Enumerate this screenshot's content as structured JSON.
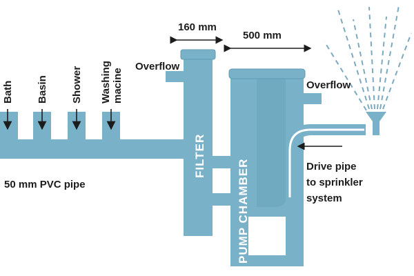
{
  "labels": {
    "bath": "Bath",
    "basin": "Basin",
    "shower": "Shower",
    "washing_line1": "Washing",
    "washing_line2": "macine",
    "pvc_pipe": "50 mm PVC pipe",
    "overflow_left": "Overflow",
    "overflow_right": "Overflow",
    "filter_width": "160 mm",
    "chamber_width": "500 mm",
    "filter": "FILTER",
    "pump_chamber": "PUMP CHAMBER",
    "drive_line1": "Drive pipe",
    "drive_line2": "to sprinkler",
    "drive_line3": "system"
  },
  "colors": {
    "pipe": "#79b2c8",
    "pipe_dark": "#5f9bb3",
    "text": "#1c1c1c",
    "spray": "#7aa9c0"
  }
}
